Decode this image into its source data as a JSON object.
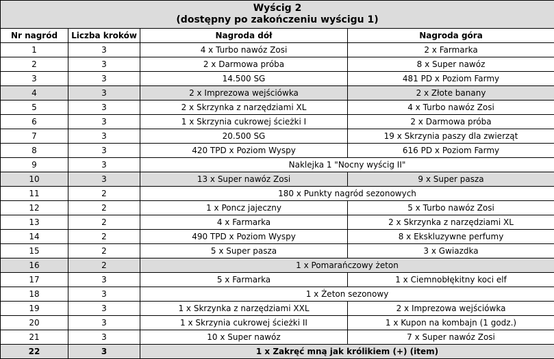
{
  "title": {
    "line1": "Wyścig 2",
    "line2": "(dostępny po zakończeniu wyścigu 1)"
  },
  "headers": {
    "nr": "Nr nagród",
    "steps": "Liczba kroków",
    "bottom": "Nagroda dół",
    "top": "Nagroda góra"
  },
  "rows": [
    {
      "nr": "1",
      "steps": "3",
      "bottom": "4 x Turbo nawóz Zosi",
      "top": "2 x Farmarka"
    },
    {
      "nr": "2",
      "steps": "3",
      "bottom": "2 x Darmowa próba",
      "top": "8 x Super nawóz"
    },
    {
      "nr": "3",
      "steps": "3",
      "bottom": "14.500 SG",
      "top": "481 PD x Poziom Farmy"
    },
    {
      "nr": "4",
      "steps": "3",
      "bottom": "2 x Imprezowa wejściówka",
      "top": "2 x Złote banany",
      "shaded": true
    },
    {
      "nr": "5",
      "steps": "3",
      "bottom": "2 x Skrzynka z narzędziami XL",
      "top": "4 x Turbo nawóz Zosi"
    },
    {
      "nr": "6",
      "steps": "3",
      "bottom": "1 x Skrzynia cukrowej ścieżki I",
      "top": "2 x Darmowa próba"
    },
    {
      "nr": "7",
      "steps": "3",
      "bottom": "20.500 SG",
      "top": "19 x Skrzynia paszy dla zwierząt"
    },
    {
      "nr": "8",
      "steps": "3",
      "bottom": "420 TPD x Poziom Wyspy",
      "top": "616 PD x Poziom Farmy"
    },
    {
      "nr": "9",
      "steps": "3",
      "merged": "Naklejka 1 \"Nocny wyścig II\""
    },
    {
      "nr": "10",
      "steps": "3",
      "bottom": "13 x Super nawóz Zosi",
      "top": "9 x Super pasza",
      "shaded": true
    },
    {
      "nr": "11",
      "steps": "2",
      "merged": "180 x Punkty nagród sezonowych"
    },
    {
      "nr": "12",
      "steps": "2",
      "bottom": "1 x Poncz jajeczny",
      "top": "5 x Turbo nawóz Zosi"
    },
    {
      "nr": "13",
      "steps": "2",
      "bottom": "4 x Farmarka",
      "top": "2 x Skrzynka z narzędziami XL"
    },
    {
      "nr": "14",
      "steps": "2",
      "bottom": "490 TPD x Poziom Wyspy",
      "top": "8 x Ekskluzywne perfumy"
    },
    {
      "nr": "15",
      "steps": "2",
      "bottom": "5 x Super pasza",
      "top": "3 x Gwiazdka"
    },
    {
      "nr": "16",
      "steps": "2",
      "merged": "1 x Pomarańczowy żeton",
      "shaded": true
    },
    {
      "nr": "17",
      "steps": "3",
      "bottom": "5 x Farmarka",
      "top": "1 x Ciemnobłękitny koci elf"
    },
    {
      "nr": "18",
      "steps": "3",
      "merged": "1 x Żeton sezonowy"
    },
    {
      "nr": "19",
      "steps": "3",
      "bottom": "1 x Skrzynka z narzędziami XXL",
      "top": "2 x Imprezowa wejściówka"
    },
    {
      "nr": "20",
      "steps": "3",
      "bottom": "1 x Skrzynia cukrowej ścieżki II",
      "top": "1 x Kupon na kombajn (1 godz.)"
    },
    {
      "nr": "21",
      "steps": "3",
      "bottom": "10 x Super nawóz",
      "top": "7 x Super nawóz Zosi"
    },
    {
      "nr": "22",
      "steps": "3",
      "merged": "1 x Zakręć mną jak królikiem (+) (item)",
      "shaded": true,
      "bold": true
    }
  ]
}
